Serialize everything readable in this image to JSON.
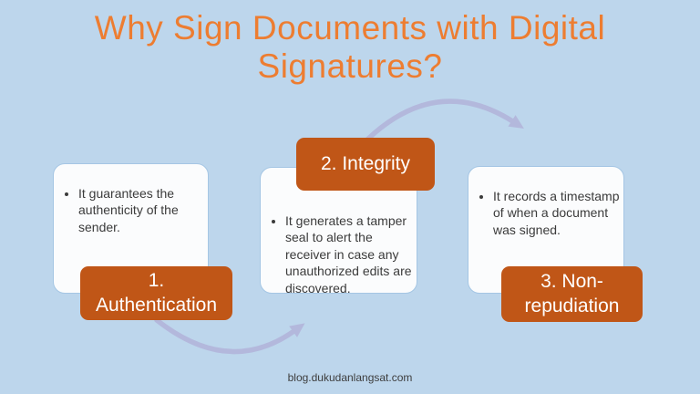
{
  "slide": {
    "title": "Why Sign Documents with Digital Signatures?",
    "footer": "blog.dukudanlangsat.com",
    "colors": {
      "background": "#bdd6ec",
      "title_text": "#ed7d31",
      "step_label_bg": "#c05617",
      "step_label_text": "#ffffff",
      "card_bg": "#fbfcfd",
      "card_border": "#a5c6e4",
      "body_text": "#3b3b3b",
      "arrow": "#b3b8dc"
    }
  },
  "steps": [
    {
      "label": "1. Authentication",
      "bullet": "It guarantees the authenticity of the sender."
    },
    {
      "label": "2. Integrity",
      "bullet": "It generates a tamper seal to alert the receiver in case any unauthorized edits are discovered."
    },
    {
      "label": "3. Non-repudiation",
      "bullet": "It records a timestamp of when a document was signed."
    }
  ],
  "arrows": [
    {
      "from": "1. Authentication",
      "to": "2. Integrity"
    },
    {
      "from": "2. Integrity",
      "to": "3. Non-repudiation"
    }
  ]
}
